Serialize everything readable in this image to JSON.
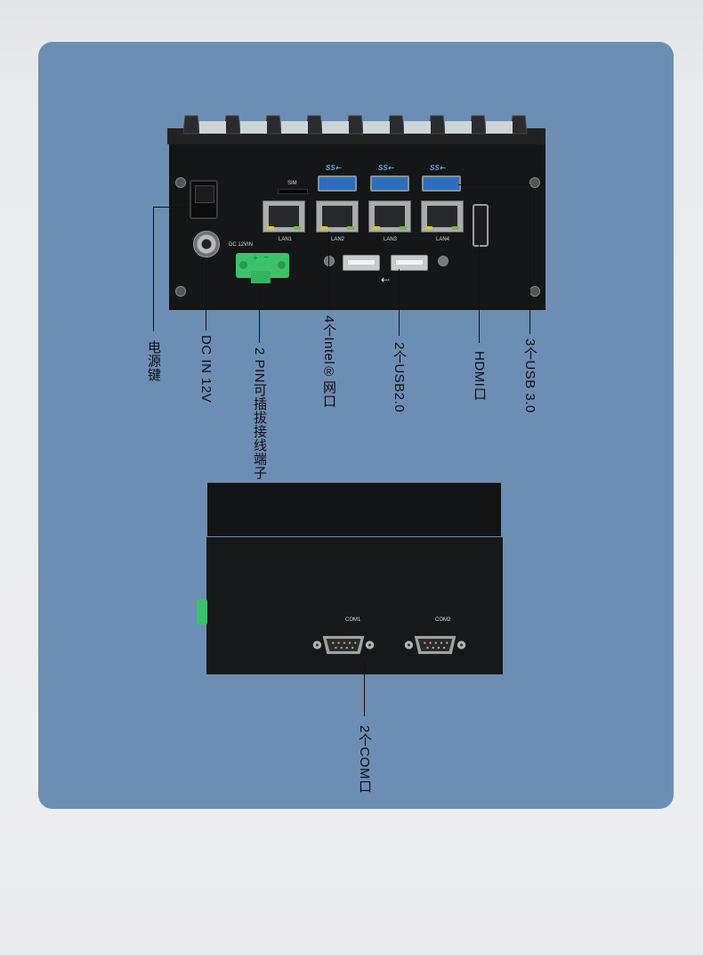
{
  "top_panel": {
    "silkscreen": {
      "sim": "SIM",
      "dc": "DC 12VIN",
      "lan1": "LAN1",
      "lan2": "LAN2",
      "lan3": "LAN3",
      "lan4": "LAN4"
    },
    "callouts": {
      "power_key": "电源键",
      "dc_in": "DC IN 12V",
      "pin_terminal": "2 PIN可插拔接线端子",
      "lan": "4个Intel®网口",
      "usb2": "2个USB2.0",
      "hdmi": "HDMI口",
      "usb3": "3个USB 3.0"
    }
  },
  "bottom_panel": {
    "silkscreen": {
      "com1": "COM1",
      "com2": "COM2"
    },
    "callouts": {
      "com": "2个COM口"
    }
  },
  "colors": {
    "card": "#6d8eb4",
    "device": "#151617",
    "usb3_blue": "#2c6fbf",
    "terminal_green": "#3cc26a"
  }
}
